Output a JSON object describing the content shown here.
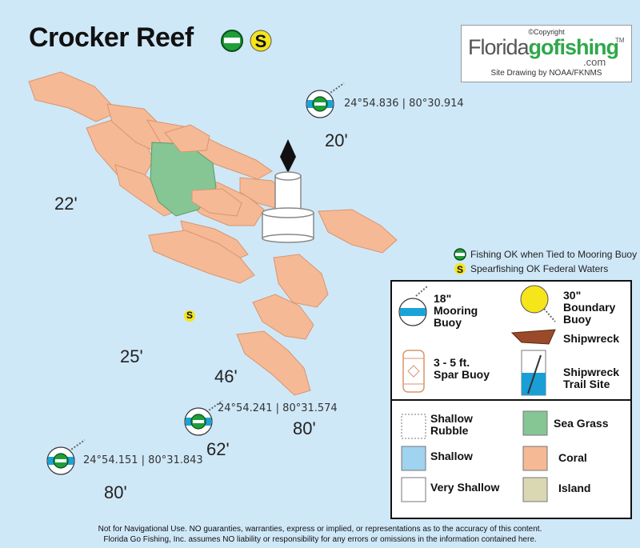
{
  "title": "Crocker Reef",
  "logo": {
    "copyright": "©Copyright",
    "brand_prefix": "Florida",
    "brand_highlight": "gofishing",
    "trademark": "TM",
    "brand_suffix": ".com",
    "credit": "Site Drawing by NOAA/FKNMS"
  },
  "map": {
    "depths": [
      "22'",
      "20'",
      "25'",
      "46'",
      "80'",
      "62'",
      "80'"
    ],
    "buoys": [
      {
        "label": "24°54.836 | 80°30.914"
      },
      {
        "label": "24°54.241 | 80°31.574"
      },
      {
        "label": "24°54.151 | 80°31.843"
      }
    ],
    "spearfishing_marker": "S",
    "colors": {
      "water": "#cfe8f8",
      "coral": "#f5b995",
      "coral_edge": "#d9956e",
      "sea_grass": "#86c695",
      "shallow": "#9fd3ef",
      "island": "#d9d8b3"
    }
  },
  "key": {
    "fishing_ok": "Fishing OK when Tied to Mooring Buoy",
    "spearfishing_ok": "Spearfishing OK Federal Waters"
  },
  "legend": {
    "mooring_buoy": "18\" Mooring Buoy",
    "boundary_buoy": "30\" Boundary Buoy",
    "shipwreck": "Shipwreck",
    "spar_buoy": "3 - 5 ft. Spar Buoy",
    "shipwreck_trail": "Shipwreck Trail Site",
    "shallow_rubble": "Shallow Rubble",
    "sea_grass": "Sea Grass",
    "shallow": "Shallow",
    "coral": "Coral",
    "very_shallow": "Very Shallow",
    "island": "Island"
  },
  "footer": {
    "line1": "Not for Navigational Use. NO guaranties, warranties, express or implied, or representations as to the accuracy of this content.",
    "line2": "Florida Go Fishing, Inc. assumes NO liability or responsibility for any errors or omissions in the information contained here."
  }
}
